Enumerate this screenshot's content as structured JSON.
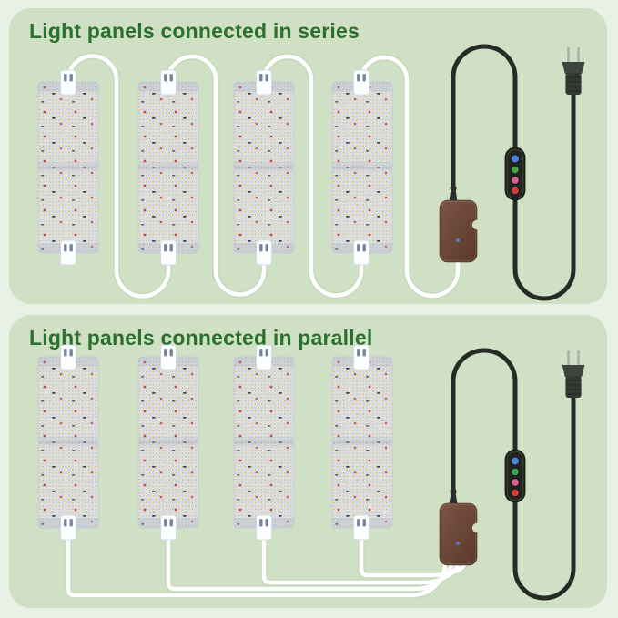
{
  "page": {
    "background_color": "#e9f1e6",
    "card_color": "#cfe0c5",
    "title_color": "#2c7030"
  },
  "sections": [
    {
      "title": "Light panels connected in series",
      "panel_count": 4,
      "connection": "series"
    },
    {
      "title": "Light panels connected in parallel",
      "panel_count": 4,
      "connection": "parallel"
    }
  ],
  "panel": {
    "board_color": "#ccd6e4",
    "led_dot_color": "#f1ebd9",
    "led_center_color": "#d3a055",
    "accent_dot_color": "#c14a4a"
  },
  "remote": {
    "button_colors": [
      "#4e7ed6",
      "#43a04e",
      "#d4628d",
      "#ce3c3c"
    ]
  },
  "driver_box": {
    "color": "#6b4736",
    "led_color": "#5f77d4"
  },
  "cables": {
    "panel_cable_color": "#ffffff",
    "power_cable_color": "#262b26"
  },
  "plug": {
    "type": "US 2-prong",
    "prong_color": "#a9b1a9"
  }
}
